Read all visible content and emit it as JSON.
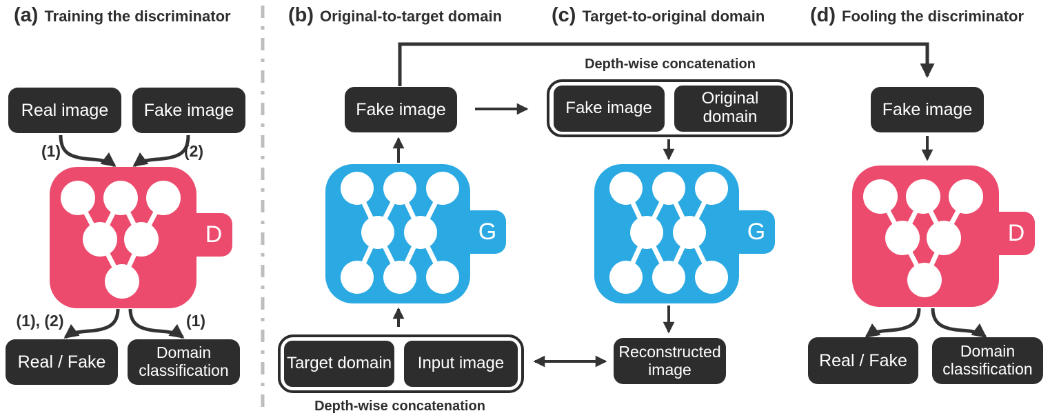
{
  "colors": {
    "discriminator_pink": "#ec4b6d",
    "generator_blue": "#2ba9e2",
    "box_dark": "#2d2d2d",
    "arrow_dark": "#333333",
    "divider_gray": "#bdbdbd",
    "text_dark": "#2e2e2e"
  },
  "panels": {
    "a": {
      "tag": "(a)",
      "title": "Training the discriminator",
      "real_image_label": "Real image",
      "fake_image_label": "Fake image",
      "arrow_label_1": "(1)",
      "arrow_label_2": "(2)",
      "arrow_label_out_left": "(1), (2)",
      "arrow_label_out_right": "(1)",
      "discriminator_letter": "D",
      "real_fake_label": "Real / Fake",
      "domain_classification_label": "Domain classification"
    },
    "b": {
      "tag": "(b)",
      "title": "Original-to-target domain",
      "fake_image_label": "Fake image",
      "generator_letter": "G",
      "target_domain_label": "Target domain",
      "input_image_label": "Input image",
      "concat_caption": "Depth-wise concatenation"
    },
    "c": {
      "tag": "(c)",
      "title": "Target-to-original domain",
      "concat_caption": "Depth-wise concatenation",
      "fake_image_label": "Fake image",
      "original_domain_label": "Original domain",
      "generator_letter": "G",
      "reconstructed_image_label": "Reconstructed image"
    },
    "d": {
      "tag": "(d)",
      "title": "Fooling the discriminator",
      "fake_image_label": "Fake image",
      "discriminator_letter": "D",
      "real_fake_label": "Real / Fake",
      "domain_classification_label": "Domain classification"
    }
  }
}
